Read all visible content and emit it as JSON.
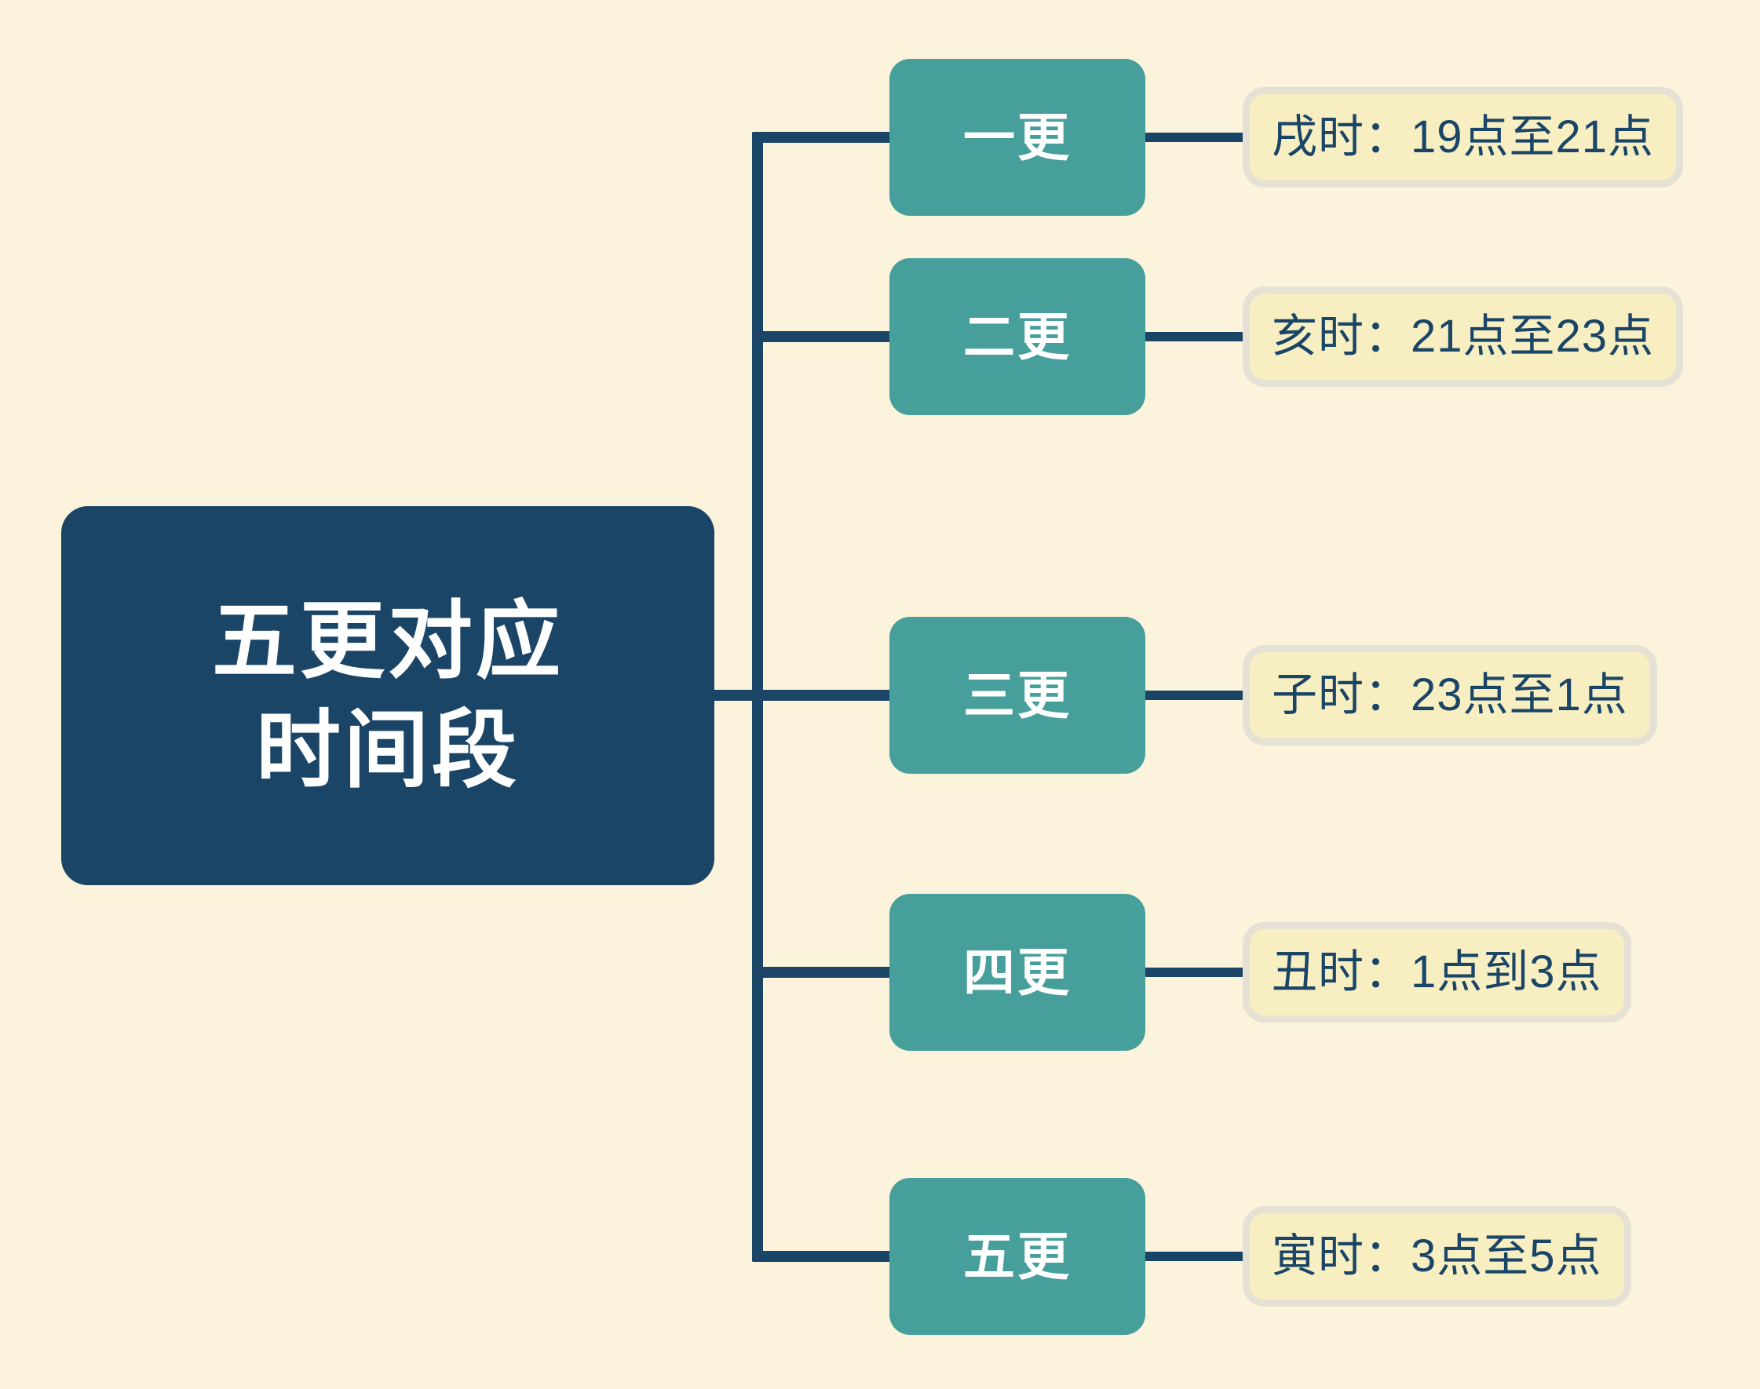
{
  "diagram": {
    "type": "mind-map",
    "background_color": "#fbf3dc",
    "root": {
      "title": "五更对应\n时间段",
      "color": "#1a4567",
      "text_color": "#ffffff"
    },
    "branch_color": "#479f9c",
    "branch_text_color": "#ffffff",
    "connector_color": "#1a4567",
    "pill_fill": "#f7eec2",
    "pill_border": "#e5e2d5",
    "pill_text_color": "#1a4567",
    "branches": [
      {
        "label": "一更",
        "detail": "戌时：19点至21点"
      },
      {
        "label": "二更",
        "detail": "亥时：21点至23点"
      },
      {
        "label": "三更",
        "detail": "子时：23点至1点"
      },
      {
        "label": "四更",
        "detail": "丑时：1点到3点"
      },
      {
        "label": "五更",
        "detail": "寅时：3点至5点"
      }
    ]
  }
}
